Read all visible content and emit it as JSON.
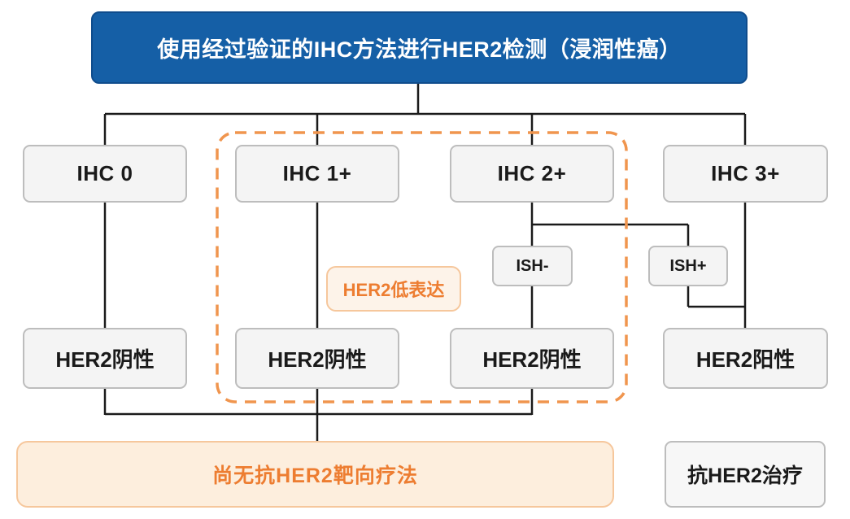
{
  "diagram": {
    "title": "使用经过验证的IHC方法进行HER2检测（浸润性癌）",
    "nodes": {
      "ihc0": "IHC 0",
      "ihc1": "IHC 1+",
      "ihc2": "IHC 2+",
      "ihc3": "IHC 3+",
      "ish_neg": "ISH-",
      "ish_pos": "ISH+",
      "her2_low": "HER2低表达",
      "neg1": "HER2阴性",
      "neg2": "HER2阴性",
      "neg3": "HER2阴性",
      "pos": "HER2阳性",
      "no_therapy": "尚无抗HER2靶向疗法",
      "anti_her2": "抗HER2治疗"
    },
    "colors": {
      "title_bg": "#155fa6",
      "title_border": "#0f4c8c",
      "line": "#1a1a1a",
      "orange": "#ed7d31",
      "orange_dash": "#f0954e",
      "orange_border": "#f6c79c",
      "orange_fill_light": "#fdf3e9",
      "orange_fill": "#fdeedd",
      "node_fill": "#f4f4f4",
      "node_border": "#bdbdbd"
    }
  }
}
